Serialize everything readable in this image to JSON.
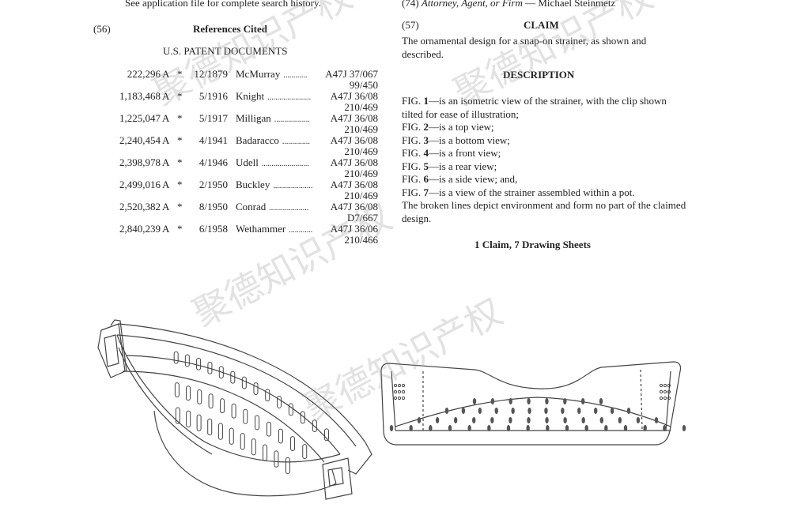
{
  "left": {
    "search_history": "See application file for complete search history.",
    "refs_code": "(56)",
    "refs_title": "References Cited",
    "refs_subtitle": "U.S. PATENT DOCUMENTS",
    "references": [
      {
        "number": "222,296",
        "kind": "A",
        "star": "*",
        "date": "12/1879",
        "name": "McMurray",
        "dots": "............",
        "cls": "A47J 37/067",
        "cls2": "99/450"
      },
      {
        "number": "1,183,468",
        "kind": "A",
        "star": "*",
        "date": "5/1916",
        "name": "Knight",
        "dots": "......................",
        "cls": "A47J 36/08",
        "cls2": "210/469"
      },
      {
        "number": "1,225,047",
        "kind": "A",
        "star": "*",
        "date": "5/1917",
        "name": "Milligan",
        "dots": "..................",
        "cls": "A47J 36/08",
        "cls2": "210/469"
      },
      {
        "number": "2,240,454",
        "kind": "A",
        "star": "*",
        "date": "4/1941",
        "name": "Badaracco",
        "dots": "..............",
        "cls": "A47J 36/08",
        "cls2": "210/469"
      },
      {
        "number": "2,398,978",
        "kind": "A",
        "star": "*",
        "date": "4/1946",
        "name": "Udell",
        "dots": "........................",
        "cls": "A47J 36/08",
        "cls2": "210/469"
      },
      {
        "number": "2,499,016",
        "kind": "A",
        "star": "*",
        "date": "2/1950",
        "name": "Buckley",
        "dots": "....................",
        "cls": "A47J 36/08",
        "cls2": "210/469"
      },
      {
        "number": "2,520,382",
        "kind": "A",
        "star": "*",
        "date": "8/1950",
        "name": "Conrad",
        "dots": "....................",
        "cls": "A47J 36/08",
        "cls2": "D7/667"
      },
      {
        "number": "2,840,239",
        "kind": "A",
        "star": "*",
        "date": "6/1958",
        "name": "Wethammer",
        "dots": "............",
        "cls": "A47J 36/06",
        "cls2": "210/466"
      }
    ]
  },
  "right": {
    "attorney_code": "(74)",
    "attorney_label": "Attorney, Agent, or Firm",
    "attorney_sep": " — ",
    "attorney_name": "Michael Steinmetz",
    "claim_code": "(57)",
    "claim_title": "CLAIM",
    "claim_text": "The ornamental design for a snap-on strainer, as shown and described.",
    "description_title": "DESCRIPTION",
    "figures": [
      {
        "prefix": "FIG. ",
        "num": "1",
        "text": "—is an isometric view of the strainer, with the clip shown tilted for ease of illustration;"
      },
      {
        "prefix": "FIG. ",
        "num": "2",
        "text": "—is a top view;"
      },
      {
        "prefix": "FIG. ",
        "num": "3",
        "text": "—is a bottom view;"
      },
      {
        "prefix": "FIG. ",
        "num": "4",
        "text": "—is a front view;"
      },
      {
        "prefix": "FIG. ",
        "num": "5",
        "text": "—is a rear view;"
      },
      {
        "prefix": "FIG. ",
        "num": "6",
        "text": "—is a side view; and,"
      },
      {
        "prefix": "FIG. ",
        "num": "7",
        "text": "—is a view of the strainer assembled within a pot."
      }
    ],
    "broken_lines_note": "The broken lines depict environment and form no part of the claimed design.",
    "claims_summary": "1 Claim, 7 Drawing Sheets"
  },
  "drawings": {
    "isometric": "strainer-isometric-view",
    "front": "strainer-front-view"
  },
  "watermark": "聚德知识产权"
}
